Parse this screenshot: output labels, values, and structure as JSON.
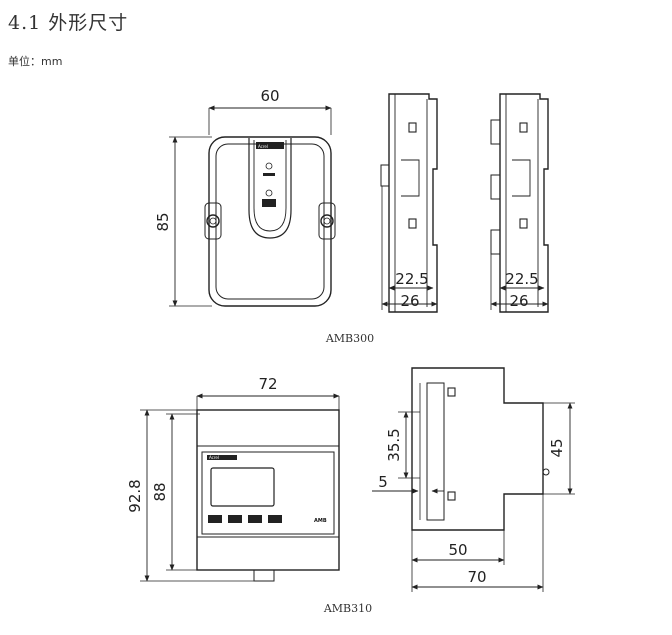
{
  "heading": "4.1 外形尺寸",
  "unit_label": "单位：mm",
  "amb300": {
    "caption": "AMB300",
    "front": {
      "width": "60",
      "height": "85",
      "brand": "Acrel"
    },
    "side1": {
      "inner": "22.5",
      "outer": "26"
    },
    "side2": {
      "inner": "22.5",
      "outer": "26"
    }
  },
  "amb310": {
    "caption": "AMB310",
    "front": {
      "width": "72",
      "height_outer": "92.8",
      "height_inner": "88",
      "brand": "Acrel",
      "model": "AMB"
    },
    "side": {
      "upper": "35.5",
      "small": "5",
      "right": "45",
      "inner_width": "50",
      "outer_width": "70"
    }
  }
}
